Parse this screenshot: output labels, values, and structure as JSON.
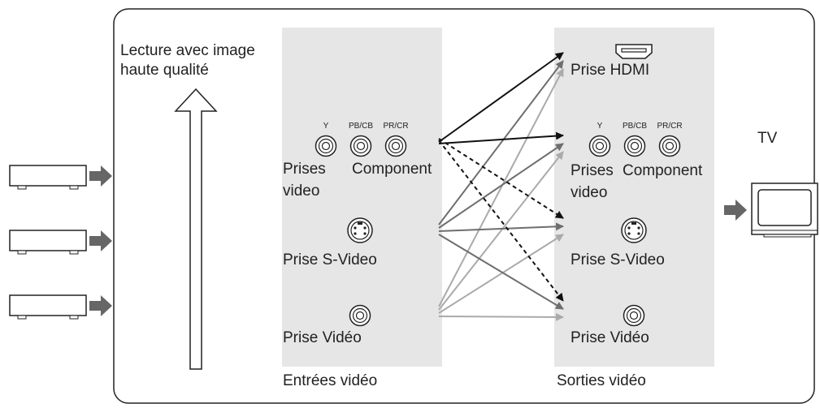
{
  "left_note": {
    "line1": "Lecture avec image",
    "line2": "haute qualité"
  },
  "inputs": {
    "caption": "Entrées vidéo",
    "component": {
      "label1": "Prises",
      "label2": "video",
      "label3": "Component",
      "jack_y": "Y",
      "jack_pb": "PB/CB",
      "jack_pr": "PR/CR"
    },
    "svideo": {
      "label": "Prise S-Video"
    },
    "composite": {
      "label": "Prise Vidéo"
    }
  },
  "outputs": {
    "caption": "Sorties vidéo",
    "hdmi": {
      "label": "Prise HDMI"
    },
    "component": {
      "label1": "Prises",
      "label2": "video",
      "label3": "Component",
      "jack_y": "Y",
      "jack_pb": "PB/CB",
      "jack_pr": "PR/CR"
    },
    "svideo": {
      "label": "Prise S-Video"
    },
    "composite": {
      "label": "Prise Vidéo"
    }
  },
  "tv": {
    "label": "TV"
  },
  "colors": {
    "panel": "#e6e6e6",
    "line_black": "#111111",
    "line_dark": "#6e6e6e",
    "line_light": "#aaaaaa",
    "arrow_fill": "#666666"
  },
  "connections": [
    {
      "from": "component",
      "to": "hdmi",
      "style": "solid-black"
    },
    {
      "from": "component",
      "to": "component",
      "style": "solid-black"
    },
    {
      "from": "component",
      "to": "svideo",
      "style": "dashed-black"
    },
    {
      "from": "component",
      "to": "composite",
      "style": "dashed-black"
    },
    {
      "from": "svideo",
      "to": "hdmi",
      "style": "solid-dark"
    },
    {
      "from": "svideo",
      "to": "component",
      "style": "solid-dark"
    },
    {
      "from": "svideo",
      "to": "svideo",
      "style": "solid-dark"
    },
    {
      "from": "svideo",
      "to": "composite",
      "style": "solid-dark"
    },
    {
      "from": "composite",
      "to": "hdmi",
      "style": "solid-light"
    },
    {
      "from": "composite",
      "to": "component",
      "style": "solid-light"
    },
    {
      "from": "composite",
      "to": "svideo",
      "style": "solid-light"
    },
    {
      "from": "composite",
      "to": "composite",
      "style": "solid-light"
    }
  ]
}
